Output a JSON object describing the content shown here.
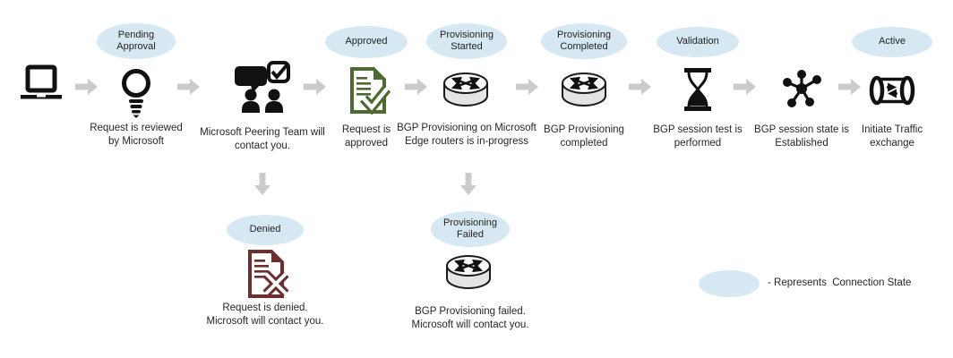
{
  "colors": {
    "bubble_fill": "#d6e9f2",
    "approved_green": "#4e6b2f",
    "denied_red": "#6e2e2e",
    "arrow_gray": "#cbcbcb",
    "icon_black": "#111111"
  },
  "flow": {
    "laptop": {
      "icon": "laptop-icon"
    },
    "pending": {
      "bubble": "Pending\nApproval",
      "caption": "Request is reviewed by Microsoft",
      "icon": "lightbulb-icon"
    },
    "team": {
      "caption": "Microsoft Peering Team will contact you.",
      "icon": "peering-team-icon"
    },
    "approved": {
      "bubble": "Approved",
      "caption": "Request is approved",
      "icon": "approved-request-icon"
    },
    "provisioning_started": {
      "bubble": "Provisioning\nStarted",
      "caption": "BGP Provisioning on Microsoft Edge routers is in-progress",
      "icon": "router-icon"
    },
    "provisioning_completed": {
      "bubble": "Provisioning\nCompleted",
      "caption": "BGP Provisioning completed",
      "icon": "router-icon"
    },
    "validation": {
      "bubble": "Validation",
      "caption": "BGP session test is performed",
      "icon": "hourglass-icon"
    },
    "established": {
      "caption": "BGP session state is Established",
      "icon": "network-node-icon"
    },
    "active": {
      "bubble": "Active",
      "caption": "Initiate Traffic exchange",
      "icon": "tunnel-icon"
    }
  },
  "branches": {
    "denied": {
      "bubble": "Denied",
      "caption": "Request is denied.\nMicrosoft will contact you.",
      "icon": "denied-request-icon"
    },
    "provisioning_failed": {
      "bubble": "Provisioning\nFailed",
      "caption": "BGP Provisioning failed.\nMicrosoft will contact you.",
      "icon": "router-icon"
    }
  },
  "legend": {
    "label": "- Represents  Connection State"
  }
}
